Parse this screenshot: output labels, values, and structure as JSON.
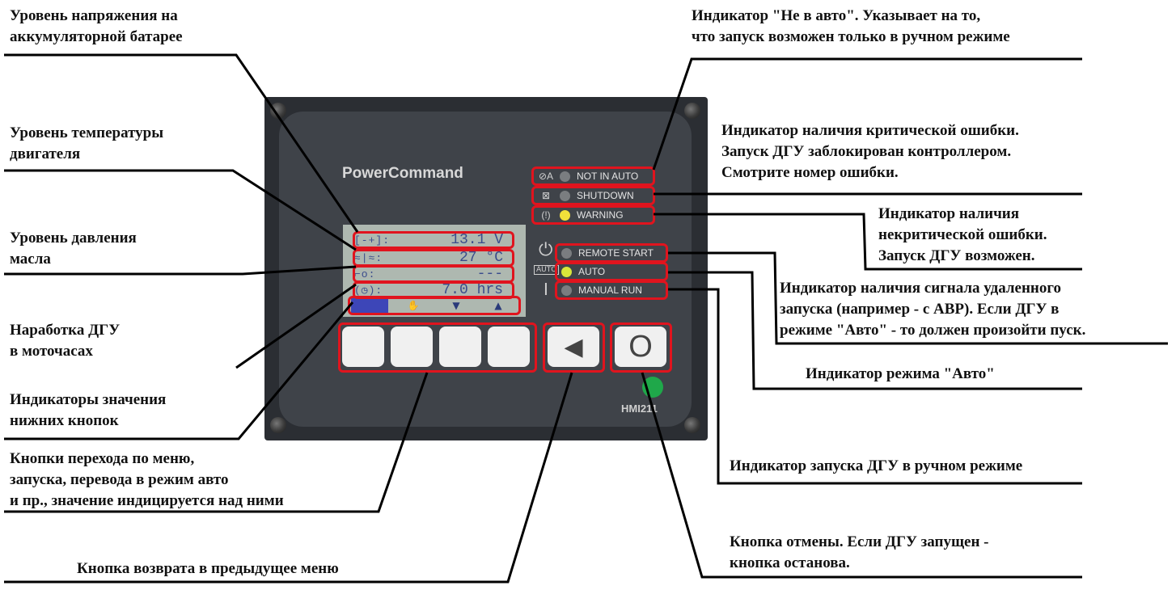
{
  "labels": {
    "battery": [
      "Уровень напряжения на",
      "аккумуляторной батарее"
    ],
    "temperature": [
      "Уровень температуры",
      "двигателя"
    ],
    "oil_pressure": [
      "Уровень давления",
      "масла"
    ],
    "hours": [
      "Наработка ДГУ",
      "в моточасах"
    ],
    "softkey_indicators": [
      "Индикаторы значения",
      "нижних кнопок"
    ],
    "menu_buttons": [
      "Кнопки перехода по меню,",
      "запуска, перевода в режим авто",
      "и пр., значение индицируется над ними"
    ],
    "back_button": "Кнопка возврата в предыдущее меню",
    "not_in_auto": [
      "Индикатор \"Не в авто\". Указывает на то,",
      "что запуск возможен только в ручном режиме"
    ],
    "shutdown": [
      "Индикатор наличия критической ошибки.",
      "Запуск ДГУ заблокирован контроллером.",
      "Смотрите номер ошибки."
    ],
    "warning": [
      "Индикатор наличия",
      "некритической ошибки.",
      "Запуск ДГУ возможен."
    ],
    "remote_start": [
      "Индикатор наличия сигнала удаленного",
      "запуска (например - с АВР). Если ДГУ в",
      "режиме \"Авто\" - то должен произойти пуск."
    ],
    "auto": "Индикатор режима \"Авто\"",
    "manual_run": "Индикатор запуска ДГУ в ручном режиме",
    "stop_button": [
      "Кнопка отмены. Если ДГУ запущен -",
      "кнопка останова."
    ]
  },
  "panel": {
    "brand": "PowerCommand",
    "model": "HMI211",
    "lcd": [
      {
        "icon": "battery-icon",
        "symbol": "[-+]:",
        "value": "13.1 V"
      },
      {
        "icon": "coolant-temp-icon",
        "symbol": "≈|≈:",
        "value": "27 °C"
      },
      {
        "icon": "oil-can-icon",
        "symbol": "⌐o:",
        "value": "---"
      },
      {
        "icon": "hourglass-icon",
        "symbol": "(◷):",
        "value": "7.0 hrs"
      }
    ],
    "softkeys": [
      "",
      "✋",
      "▼",
      "▲"
    ],
    "indicators": [
      {
        "label": "NOT IN AUTO",
        "symbol": "⊘A",
        "led": "#7a7d80"
      },
      {
        "label": "SHUTDOWN",
        "symbol": "⊠",
        "led": "#7a7d80"
      },
      {
        "label": "WARNING",
        "symbol": "(!)",
        "led": "#f2e03a"
      },
      {
        "label": "REMOTE START",
        "symbol": "",
        "led": "#7a7d80"
      },
      {
        "label": "AUTO",
        "symbol": "",
        "led": "#d9e63a"
      },
      {
        "label": "MANUAL RUN",
        "symbol": "",
        "led": "#7a7d80"
      }
    ],
    "side_symbols": {
      "power": "⏻",
      "auto": "AUTO",
      "manual": "I"
    },
    "back_glyph": "◀",
    "stop_glyph": "O",
    "status_led": "#1fa84a"
  },
  "colors": {
    "highlight": "#e0141e",
    "panel": "#3f4349",
    "bezel": "#2b2e33",
    "lcd": "#aeb8b0",
    "text": "#111111"
  }
}
